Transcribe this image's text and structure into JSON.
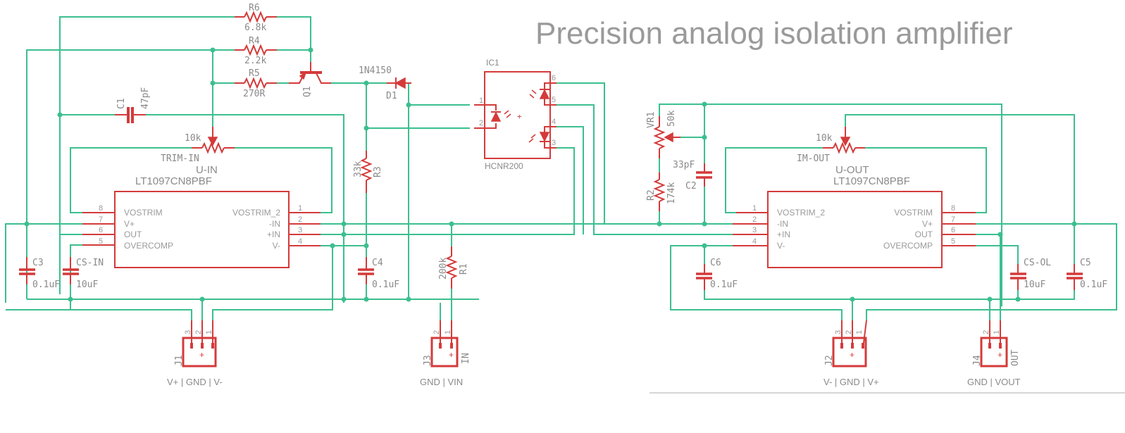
{
  "title": "Precision analog isolation amplifier",
  "colors": {
    "wire": "#3cbf8f",
    "part": "#d43a3a",
    "text": "#8a8a8a"
  },
  "components": {
    "R6": {
      "ref": "R6",
      "value": "6.8k"
    },
    "R4": {
      "ref": "R4",
      "value": "2.2k"
    },
    "R5": {
      "ref": "R5",
      "value": "270R"
    },
    "Q1": {
      "ref": "Q1"
    },
    "C1": {
      "ref": "C1",
      "value": "47pF"
    },
    "TRIM_IN": {
      "ref": "TRIM-IN",
      "value": "10k"
    },
    "U_IN": {
      "ref": "U-IN",
      "value": "LT1097CN8PBF",
      "left_pins": [
        {
          "num": "8",
          "name": "VOSTRIM"
        },
        {
          "num": "7",
          "name": "V+"
        },
        {
          "num": "6",
          "name": "OUT"
        },
        {
          "num": "5",
          "name": "OVERCOMP"
        }
      ],
      "right_pins": [
        {
          "num": "1",
          "name": "VOSTRIM_2"
        },
        {
          "num": "2",
          "name": "-IN"
        },
        {
          "num": "3",
          "name": "+IN"
        },
        {
          "num": "4",
          "name": "V-"
        }
      ]
    },
    "C3": {
      "ref": "C3",
      "value": "0.1uF"
    },
    "CS_IN": {
      "ref": "CS-IN",
      "value": "10uF"
    },
    "D1": {
      "ref": "D1",
      "value": "1N4150"
    },
    "R3": {
      "ref": "R3",
      "value": "33k"
    },
    "C4": {
      "ref": "C4",
      "value": "0.1uF"
    },
    "R1": {
      "ref": "R1",
      "value": "200k"
    },
    "IC1": {
      "ref": "IC1",
      "value": "HCNR200",
      "pins": [
        "1",
        "2",
        "3",
        "4",
        "5",
        "6"
      ],
      "plus": "+"
    },
    "VR1": {
      "ref": "VR1",
      "value": "50k"
    },
    "R2": {
      "ref": "R2",
      "value": "174k"
    },
    "C2": {
      "ref": "C2",
      "value": "33pF"
    },
    "TRIM_OUT": {
      "ref": "IM-OUT",
      "value": "10k"
    },
    "U_OUT": {
      "ref": "U-OUT",
      "value": "LT1097CN8PBF",
      "left_pins": [
        {
          "num": "1",
          "name": "VOSTRIM_2"
        },
        {
          "num": "2",
          "name": "-IN"
        },
        {
          "num": "3",
          "name": "+IN"
        },
        {
          "num": "4",
          "name": "V-"
        }
      ],
      "right_pins": [
        {
          "num": "8",
          "name": "VOSTRIM"
        },
        {
          "num": "7",
          "name": "V+"
        },
        {
          "num": "6",
          "name": "OUT"
        },
        {
          "num": "5",
          "name": "OVERCOMP"
        }
      ]
    },
    "C6": {
      "ref": "C6",
      "value": "0.1uF"
    },
    "CS_OUT": {
      "ref": "CS-OL",
      "value": "10uF"
    },
    "C5": {
      "ref": "C5",
      "value": "0.1uF"
    }
  },
  "connectors": {
    "J1": {
      "ref": "J1",
      "pins": [
        "3",
        "2",
        "1"
      ],
      "label": "V+ | GND | V-",
      "plus": "+"
    },
    "J3": {
      "ref": "J3",
      "pins": [
        "2",
        "1"
      ],
      "label": "GND | VIN",
      "name": "IN",
      "plus": "+"
    },
    "J2": {
      "ref": "J2",
      "pins": [
        "3",
        "2",
        "1"
      ],
      "label": "V- | GND | V+",
      "plus": "+"
    },
    "J4": {
      "ref": "J4",
      "pins": [
        "2",
        "1"
      ],
      "label": "GND | VOUT",
      "name": "OUT",
      "plus": "+"
    }
  }
}
